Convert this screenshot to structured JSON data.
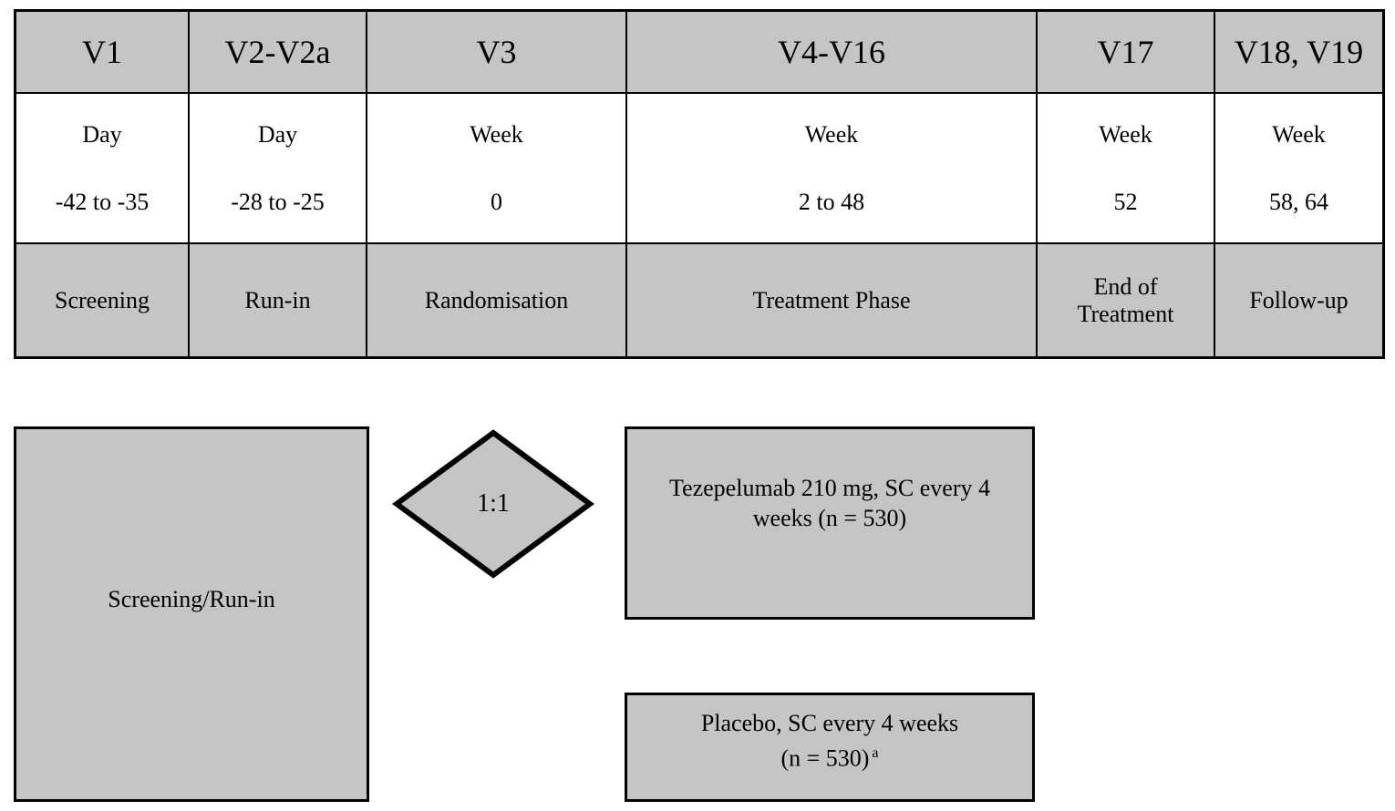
{
  "figure": {
    "background": "#ffffff",
    "fill_gray": "#c5c5c5",
    "border_color": "#000000"
  },
  "visit_table": {
    "columns": [
      {
        "visit": "V1",
        "time_unit": "Day",
        "time_value": "-42 to -35",
        "phase": "Screening"
      },
      {
        "visit": "V2-V2a",
        "time_unit": "Day",
        "time_value": "-28 to -25",
        "phase": "Run-in"
      },
      {
        "visit": "V3",
        "time_unit": "Week",
        "time_value": "0",
        "phase": "Randomisation"
      },
      {
        "visit": "V4-V16",
        "time_unit": "Week",
        "time_value": "2 to 48",
        "phase": "Treatment Phase"
      },
      {
        "visit": "V17",
        "time_unit": "Week",
        "time_value": "52",
        "phase": "End of Treatment"
      },
      {
        "visit": "V18, V19",
        "time_unit": "Week",
        "time_value": "58, 64",
        "phase": "Follow-up"
      }
    ]
  },
  "flow": {
    "screening_box_label": "Screening/Run-in",
    "randomisation_ratio": "1:1",
    "arm_tezepelumab": {
      "line1": "Tezepelumab 210 mg, SC every 4",
      "line2": "weeks (n = 530)"
    },
    "arm_placebo": {
      "line1": "Placebo, SC every 4 weeks",
      "line2": "(n = 530)",
      "footnote_marker": "a"
    }
  }
}
